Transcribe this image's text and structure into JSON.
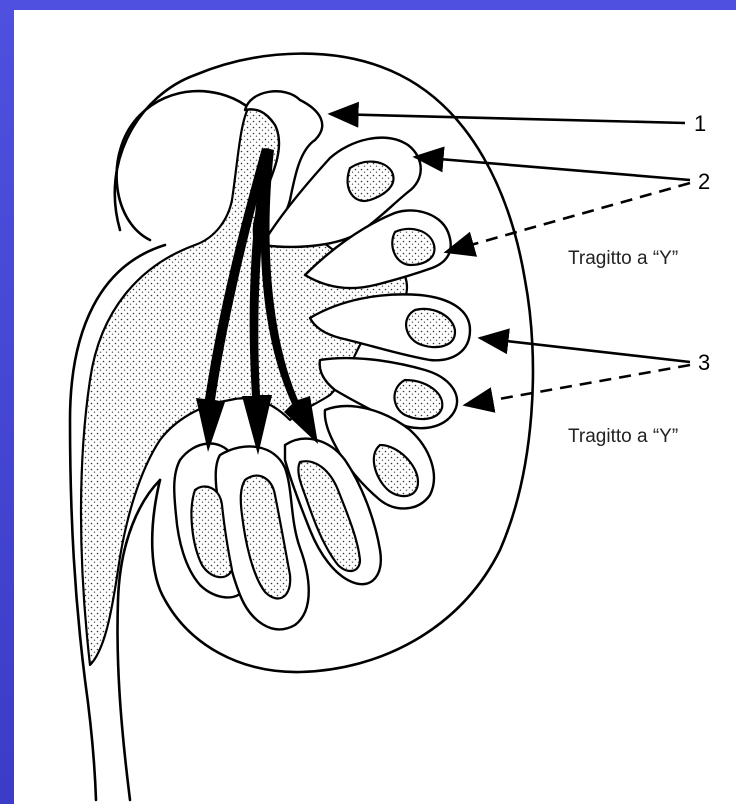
{
  "labels": {
    "one": "1",
    "two": "2",
    "three": "3",
    "y_tract_upper": "Tragitto a “Y”",
    "y_tract_lower": "Tragitto a “Y”"
  },
  "colors": {
    "background": "#4a4ad6",
    "panel": "#ffffff",
    "ink": "#000000"
  }
}
